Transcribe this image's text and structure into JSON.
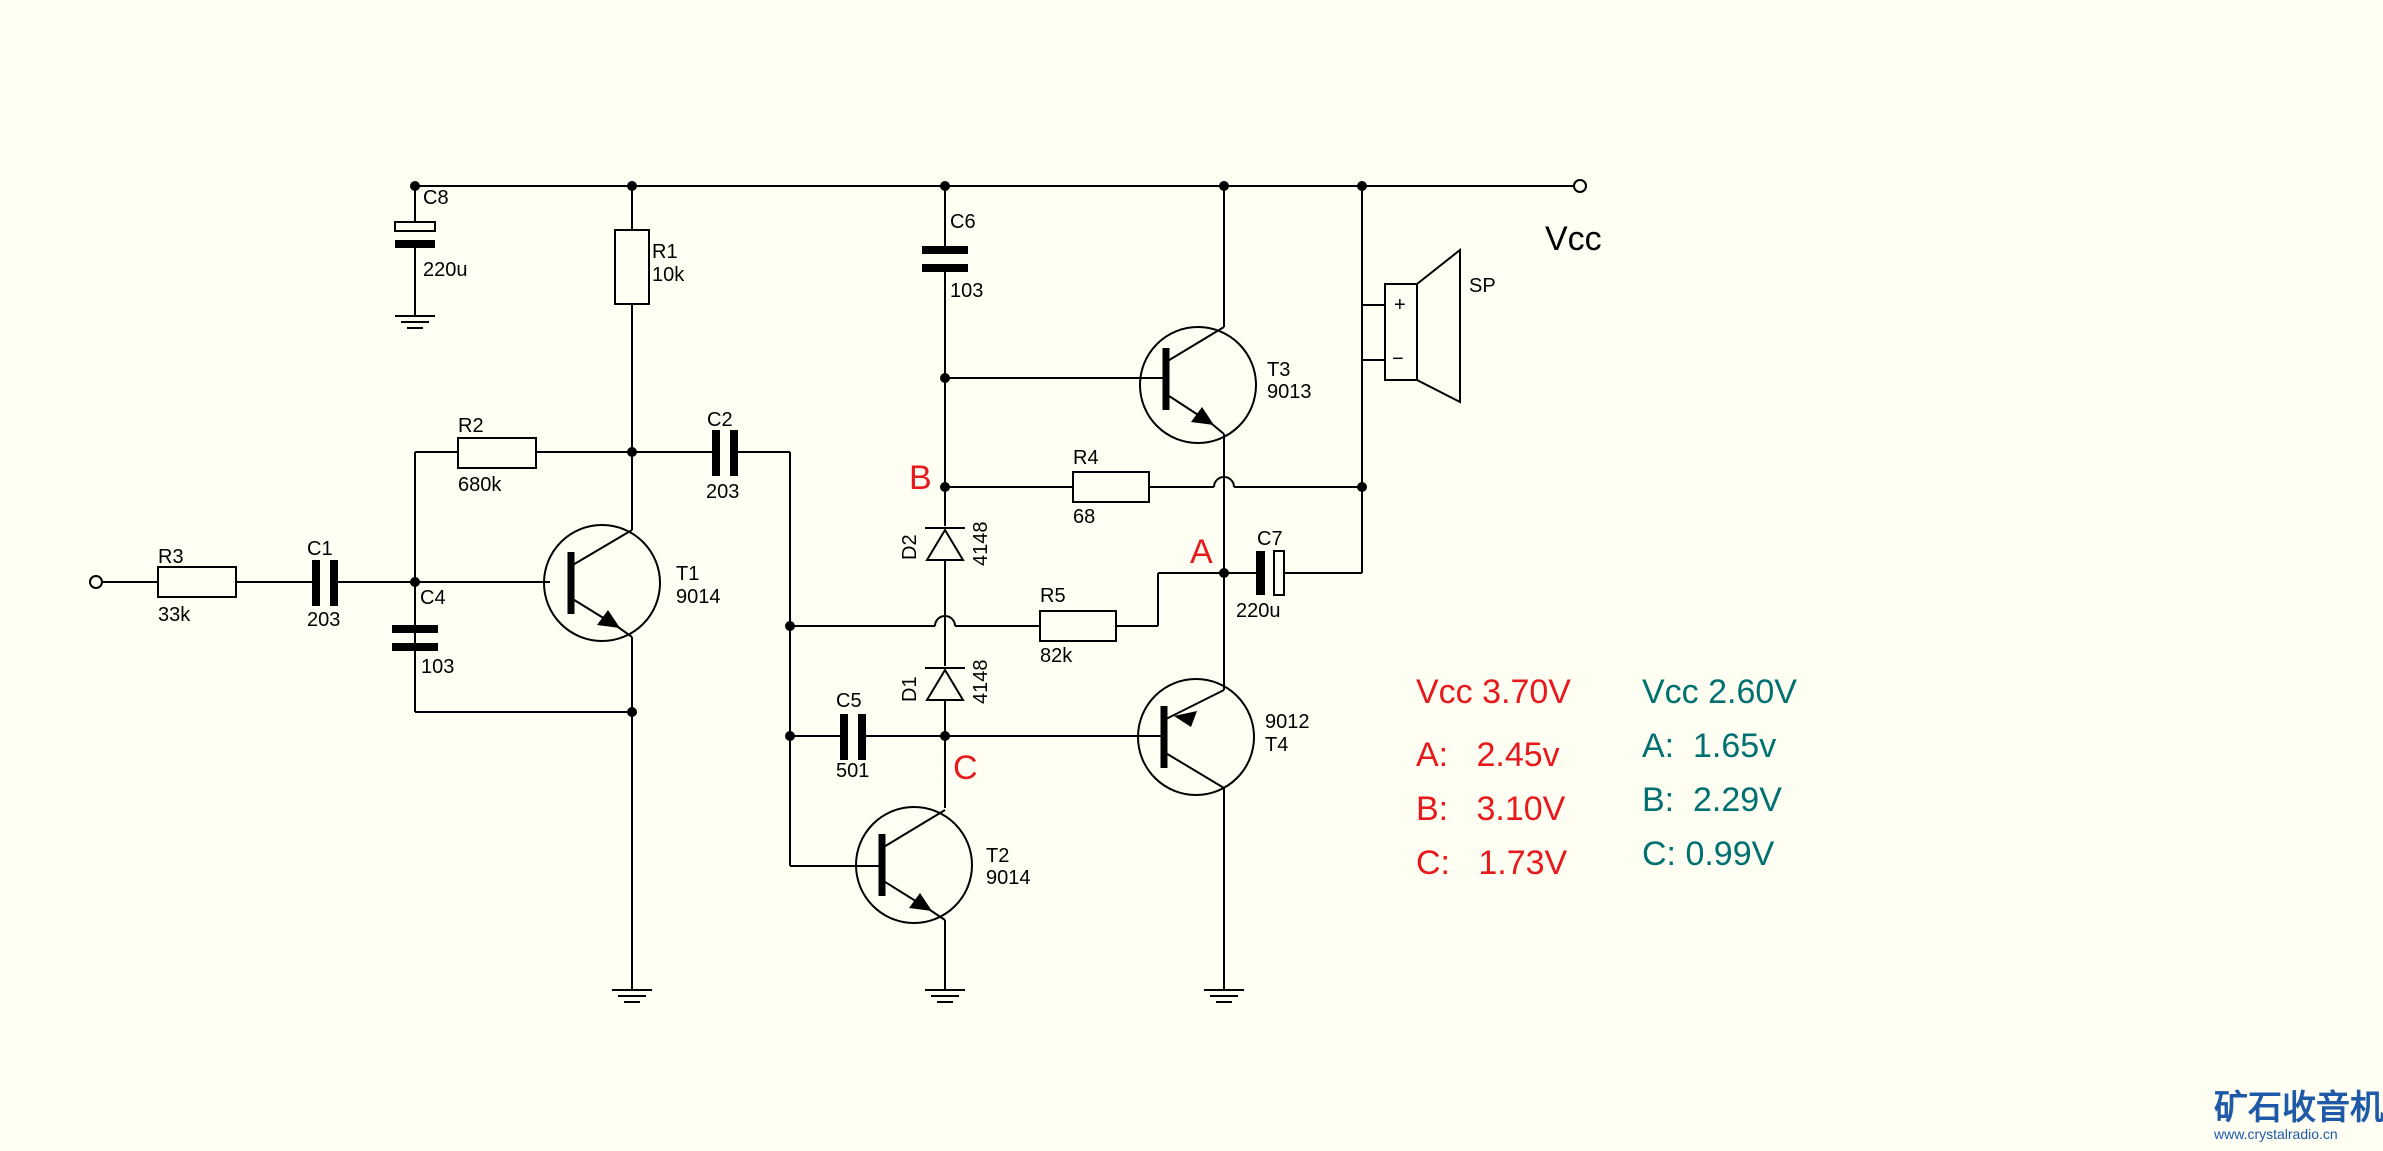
{
  "supply": {
    "vcc_label": "Vcc"
  },
  "components": {
    "C8": {
      "name": "C8",
      "value": "220u"
    },
    "R1": {
      "name": "R1",
      "value": "10k"
    },
    "C6": {
      "name": "C6",
      "value": "103"
    },
    "T3": {
      "name": "T3",
      "value": "9013"
    },
    "SP": {
      "name": "SP"
    },
    "R2": {
      "name": "R2",
      "value": "680k"
    },
    "C2": {
      "name": "C2",
      "value": "203"
    },
    "R4": {
      "name": "R4",
      "value": "68"
    },
    "R3": {
      "name": "R3",
      "value": "33k"
    },
    "C1": {
      "name": "C1",
      "value": "203"
    },
    "C4": {
      "name": "C4",
      "value": "103"
    },
    "T1": {
      "name": "T1",
      "value": "9014"
    },
    "D2": {
      "name": "D2",
      "value": "4148"
    },
    "C7": {
      "name": "C7",
      "value": "220u"
    },
    "R5": {
      "name": "R5",
      "value": "82k"
    },
    "D1": {
      "name": "D1",
      "value": "4148"
    },
    "C5": {
      "name": "C5",
      "value": "501"
    },
    "T2": {
      "name": "T2",
      "value": "9014"
    },
    "T4": {
      "name": "T4",
      "value": "9012"
    }
  },
  "speaker_polarity": {
    "plus": "+",
    "minus": "−"
  },
  "nodes": {
    "A": "A",
    "B": "B",
    "C": "C"
  },
  "measurements": {
    "set1": {
      "color": "#e8191c",
      "vcc": "Vcc 3.70V",
      "a": "A:   2.45v",
      "b": "B:   3.10V",
      "c": "C:   1.73V"
    },
    "set2": {
      "color": "#007070",
      "vcc": "Vcc 2.60V",
      "a": "A:  1.65v",
      "b": "B:  2.29V",
      "c": "C: 0.99V"
    }
  },
  "watermark": {
    "brand": "矿石收音机",
    "url": "www.crystalradio.cn",
    "color": "#1f5aa8"
  }
}
